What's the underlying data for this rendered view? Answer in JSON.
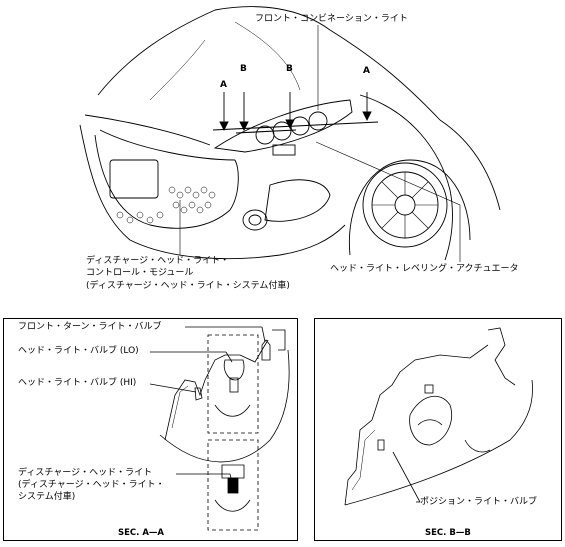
{
  "top": {
    "label_front_combination_light": "フロント・コンビネーション・ライト",
    "marker_a_left": "A",
    "marker_b_left": "B",
    "marker_b_right": "B",
    "marker_a_right": "A",
    "label_discharge_module": [
      "ディスチャージ・ヘッド・ライト・",
      "コントロール・モジュール",
      "(ディスチャージ・ヘッド・ライト・システム付車)"
    ],
    "label_leveling_actuator": "ヘッド・ライト・レベリング・アクチュエータ"
  },
  "section_aa": {
    "label_front_turn_bulb": "フロント・ターン・ライト・バルブ",
    "label_head_bulb_lo": "ヘッド・ライト・バルブ (LO)",
    "label_head_bulb_hi": "ヘッド・ライト・バルブ (HI)",
    "label_discharge_light": [
      "ディスチャージ・ヘッド・ライト",
      "(ディスチャージ・ヘッド・ライト・",
      "システム付車)"
    ],
    "title": "SEC. A—A"
  },
  "section_bb": {
    "label_position_bulb": "ポジション・ライト・バルブ",
    "title": "SEC. B—B"
  }
}
